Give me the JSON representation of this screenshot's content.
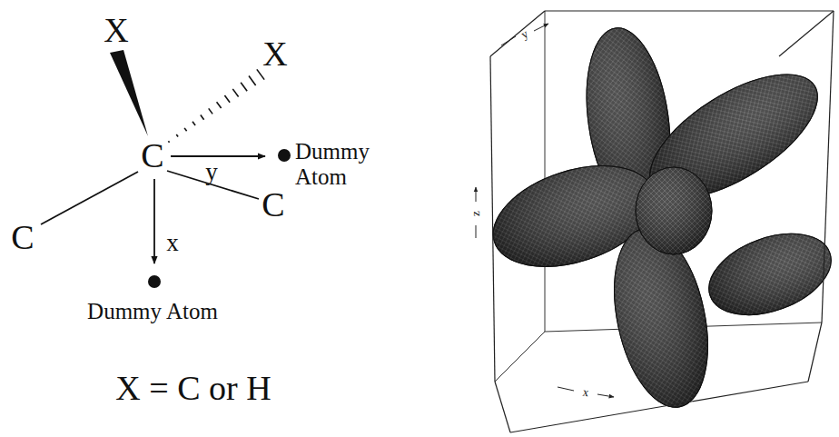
{
  "diagram": {
    "labels": [
      "X",
      "X",
      "C",
      "C",
      "C",
      "y",
      "x",
      "Dummy Atom",
      "Dummy Atom",
      "X = C or H",
      "y",
      "z",
      "x"
    ]
  }
}
